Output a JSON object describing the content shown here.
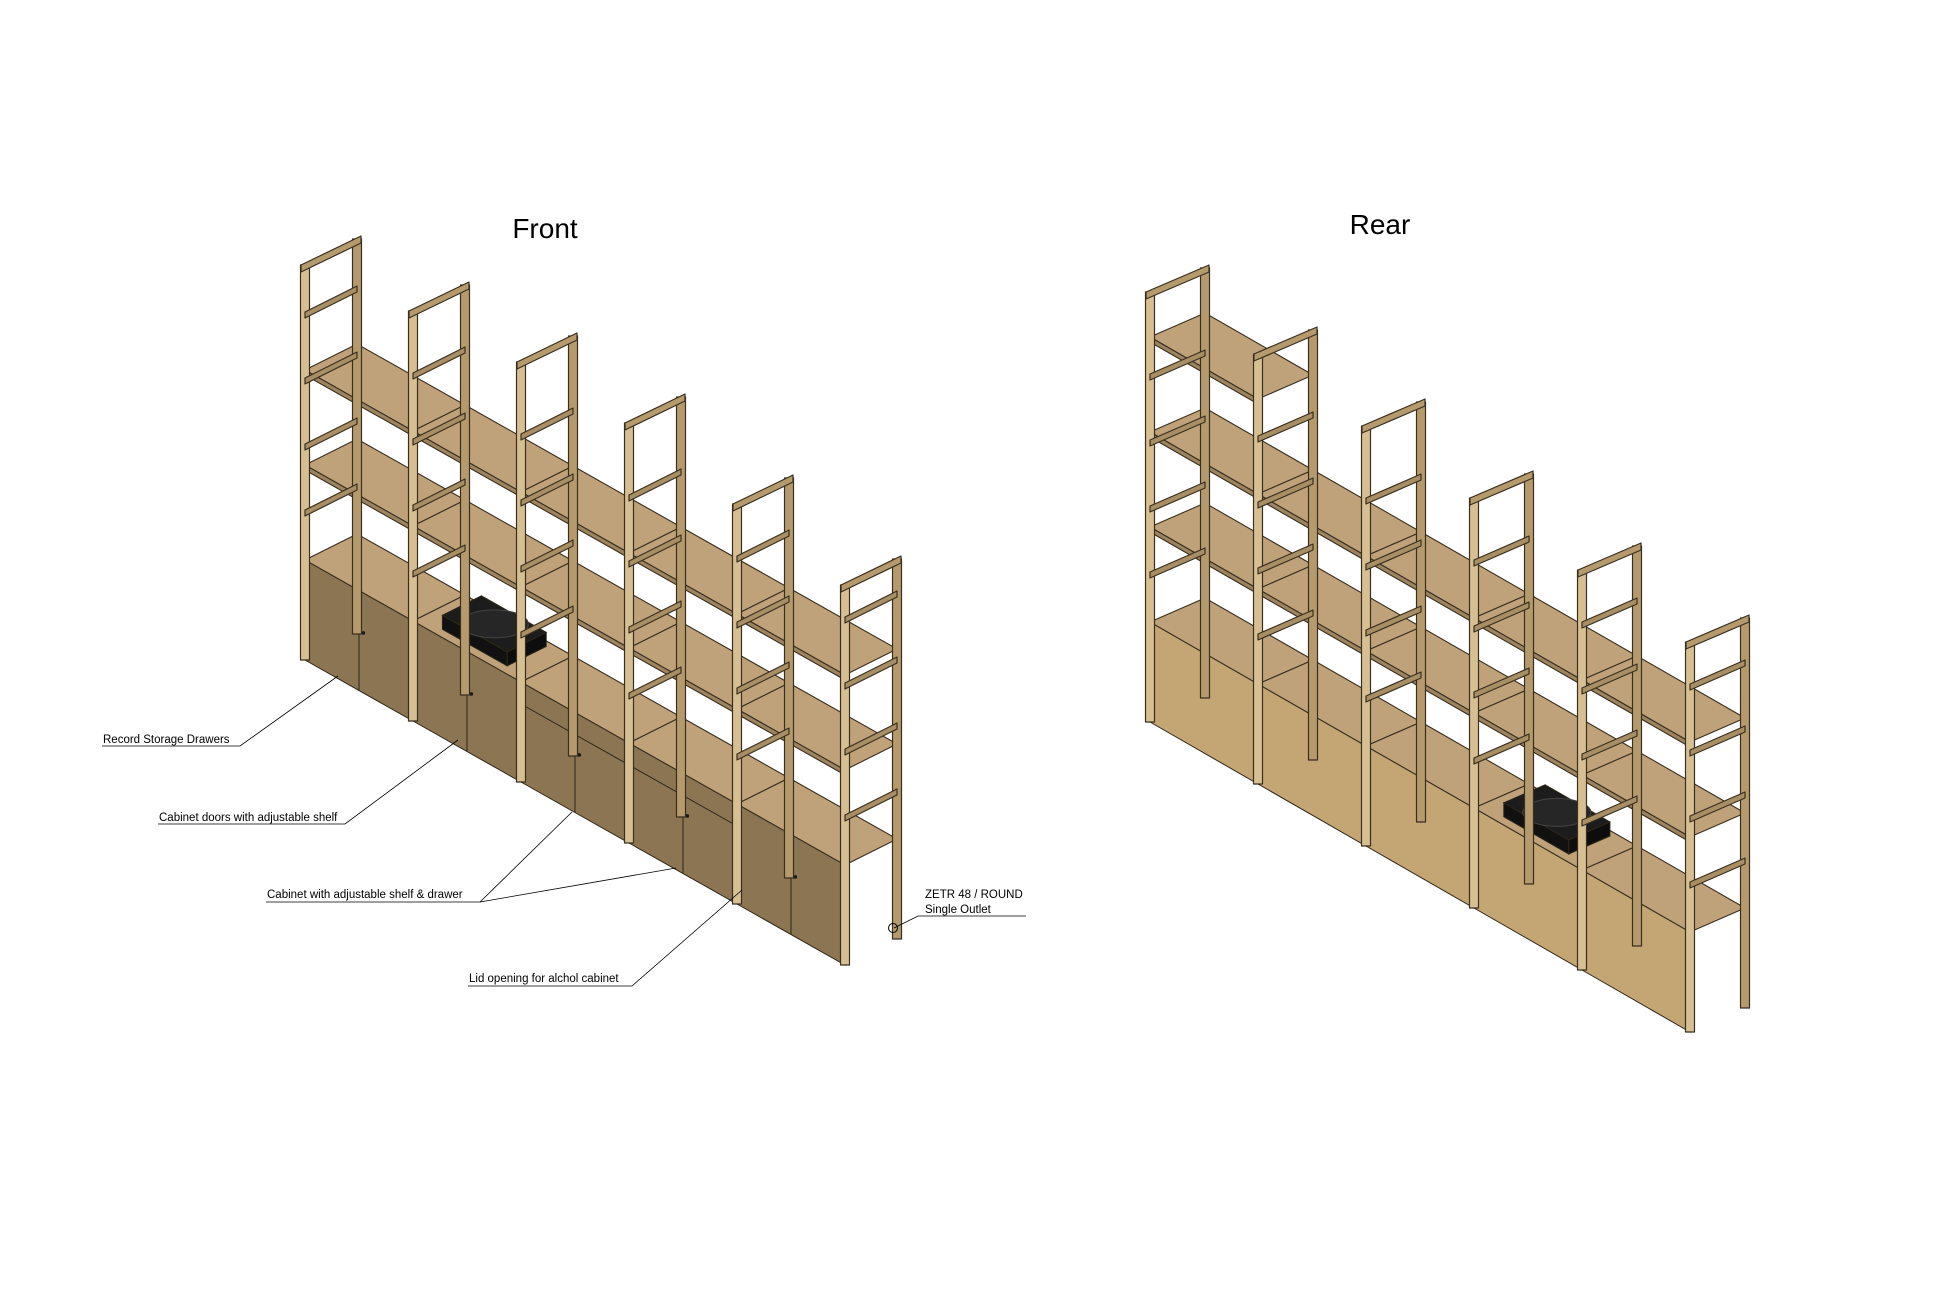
{
  "views": [
    {
      "title": "Front",
      "turntable_bay": 1,
      "opening_bay": 4
    },
    {
      "title": "Rear",
      "turntable_bay": 3,
      "opening_bay": -1
    }
  ],
  "annotations": [
    {
      "text": "Record Storage Drawers"
    },
    {
      "text": "Cabinet doors with adjustable shelf"
    },
    {
      "text": "Cabinet with adjustable shelf & drawer"
    },
    {
      "text": "Lid opening for alchol cabinet"
    },
    {
      "text": "ZETR 48 / ROUND",
      "text2": "Single Outlet"
    }
  ],
  "colors": {
    "wood_top": "#c9ab80",
    "wood_face": "#a88e64",
    "wood_side": "#8c7552",
    "cabinet_front": "#8b7553",
    "cabinet_rear": "#c4a574",
    "shelf_top": "#bfa27a",
    "shelf_edge": "#9c8460",
    "post_front": "#d7bf94",
    "post_side": "#b59a6e",
    "turntable": "#1c1c1c",
    "line": "#3a2f1f"
  }
}
